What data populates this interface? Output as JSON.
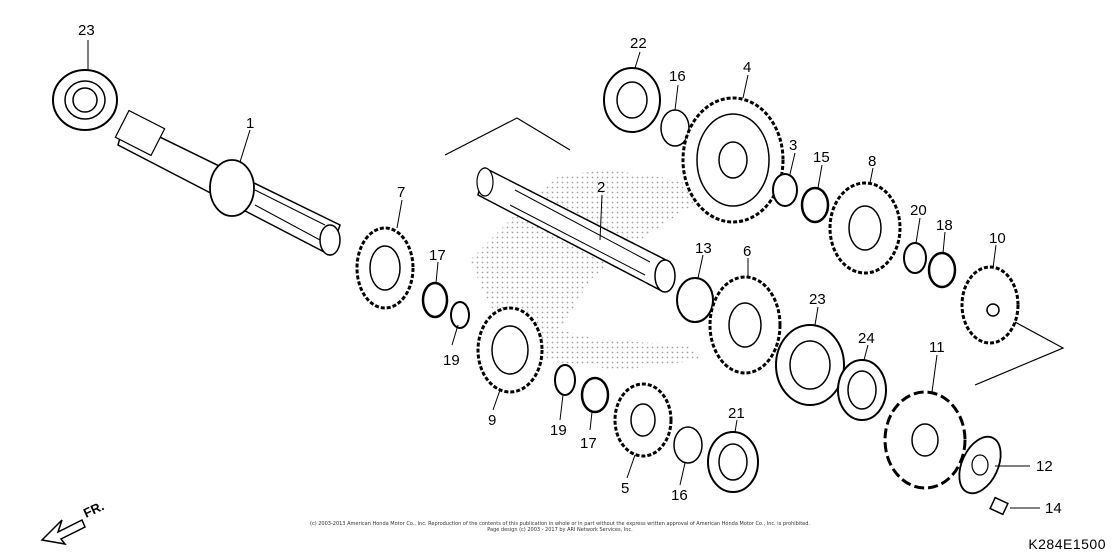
{
  "diagram": {
    "callouts": [
      {
        "key": "c23a",
        "text": "23"
      },
      {
        "key": "c1",
        "text": "1"
      },
      {
        "key": "c7",
        "text": "7"
      },
      {
        "key": "c17a",
        "text": "17"
      },
      {
        "key": "c19a",
        "text": "19"
      },
      {
        "key": "c9",
        "text": "9"
      },
      {
        "key": "c19b",
        "text": "19"
      },
      {
        "key": "c17b",
        "text": "17"
      },
      {
        "key": "c5",
        "text": "5"
      },
      {
        "key": "c16a",
        "text": "16"
      },
      {
        "key": "c21",
        "text": "21"
      },
      {
        "key": "c2",
        "text": "2"
      },
      {
        "key": "c13",
        "text": "13"
      },
      {
        "key": "c6",
        "text": "6"
      },
      {
        "key": "c22",
        "text": "22"
      },
      {
        "key": "c16b",
        "text": "16"
      },
      {
        "key": "c4",
        "text": "4"
      },
      {
        "key": "c3",
        "text": "3"
      },
      {
        "key": "c15",
        "text": "15"
      },
      {
        "key": "c8",
        "text": "8"
      },
      {
        "key": "c20",
        "text": "20"
      },
      {
        "key": "c18",
        "text": "18"
      },
      {
        "key": "c10",
        "text": "10"
      },
      {
        "key": "c23b",
        "text": "23"
      },
      {
        "key": "c24",
        "text": "24"
      },
      {
        "key": "c11",
        "text": "11"
      },
      {
        "key": "c12",
        "text": "12"
      },
      {
        "key": "c14",
        "text": "14"
      }
    ],
    "direction_label": "FR.",
    "copyright_line1": "(c) 2003-2013 American Honda Motor Co., Inc. Reproduction of the contents of this publication in whole or in part without the express written approval of American Honda Motor Co., Inc. is prohibited.",
    "copyright_line2": "Page design (c) 2003 - 2017 by ARI Network Services, Inc.",
    "diagram_code": "K284E1500"
  }
}
